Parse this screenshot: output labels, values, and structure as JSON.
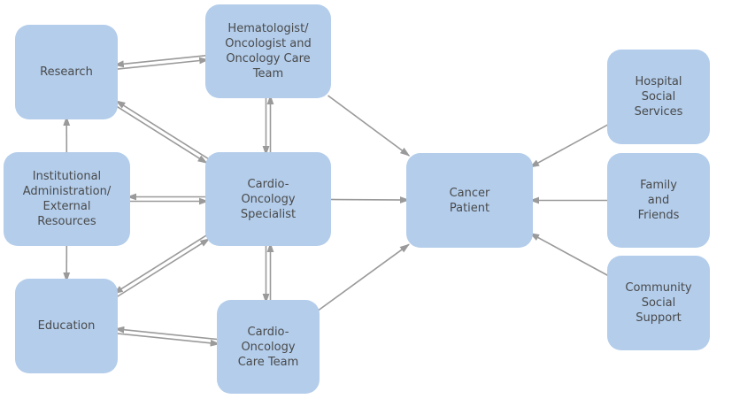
{
  "diagram": {
    "type": "care-network",
    "colors": {
      "node_fill": "#b3cdeb",
      "node_text": "#4a4a4a",
      "edge": "#9a9a9a"
    },
    "nodes": {
      "hemato": {
        "label": "Hematologist/\nOncologist and\nOncology Care\nTeam"
      },
      "research": {
        "label": "Research"
      },
      "institution": {
        "label": "Institutional\nAdministration/\nExternal\nResources"
      },
      "specialist": {
        "label": "Cardio-\nOncology\nSpecialist"
      },
      "education": {
        "label": "Education"
      },
      "careteam": {
        "label": "Cardio-\nOncology\nCare Team"
      },
      "patient": {
        "label": "Cancer\nPatient"
      },
      "hospital": {
        "label": "Hospital\nSocial\nServices"
      },
      "family": {
        "label": "Family\nand\nFriends"
      },
      "community": {
        "label": "Community\nSocial\nSupport"
      }
    },
    "edges": [
      {
        "from": "research",
        "to": "hemato",
        "direction": "bidirectional"
      },
      {
        "from": "research",
        "to": "specialist",
        "direction": "bidirectional"
      },
      {
        "from": "institution",
        "to": "research",
        "direction": "forward"
      },
      {
        "from": "institution",
        "to": "education",
        "direction": "forward"
      },
      {
        "from": "institution",
        "to": "specialist",
        "direction": "bidirectional"
      },
      {
        "from": "hemato",
        "to": "specialist",
        "direction": "bidirectional"
      },
      {
        "from": "specialist",
        "to": "careteam",
        "direction": "bidirectional"
      },
      {
        "from": "education",
        "to": "specialist",
        "direction": "bidirectional"
      },
      {
        "from": "education",
        "to": "careteam",
        "direction": "bidirectional"
      },
      {
        "from": "hemato",
        "to": "patient",
        "direction": "forward"
      },
      {
        "from": "specialist",
        "to": "patient",
        "direction": "forward"
      },
      {
        "from": "careteam",
        "to": "patient",
        "direction": "forward"
      },
      {
        "from": "hospital",
        "to": "patient",
        "direction": "forward"
      },
      {
        "from": "family",
        "to": "patient",
        "direction": "forward"
      },
      {
        "from": "community",
        "to": "patient",
        "direction": "forward"
      }
    ]
  }
}
